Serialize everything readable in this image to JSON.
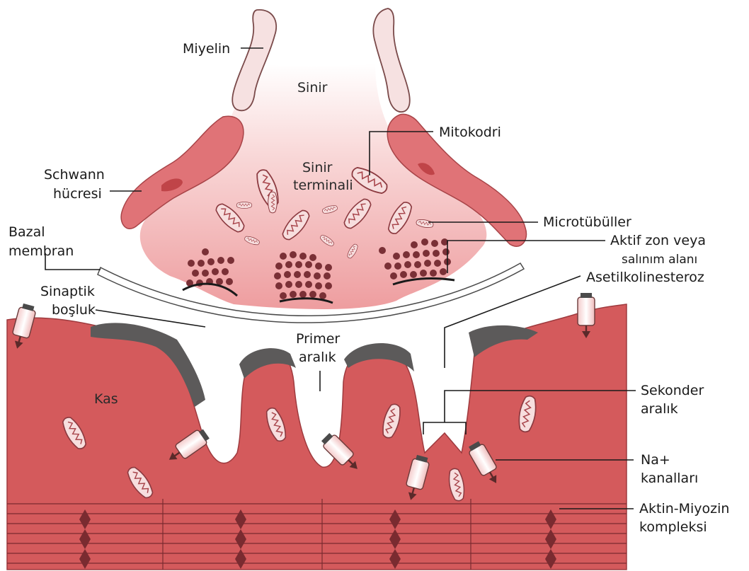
{
  "labels": {
    "miyelin": "Miyelin",
    "sinir": "Sinir",
    "mitokodri": "Mitokodri",
    "schwann_1": "Schwann",
    "schwann_2": "hücresi",
    "sinir_terminali_1": "Sinir",
    "sinir_terminali_2": "terminali",
    "microtubuller": "Microtübüller",
    "bazal_1": "Bazal",
    "bazal_2": "membran",
    "aktif_1": "Aktif zon veya",
    "aktif_2": "salınım alanı",
    "asetil": "Asetilkolinesteroz",
    "sinaptik_1": "Sinaptik",
    "sinaptik_2": "boşluk",
    "primer_1": "Primer",
    "primer_2": "aralık",
    "kas": "Kas",
    "sekonder_1": "Sekonder",
    "sekonder_2": "aralık",
    "na_1": "Na+",
    "na_2": "kanalları",
    "aktin_1": "Aktin-Miyozin",
    "aktin_2": "kompleksi"
  },
  "colors": {
    "muscle": "#d45a5c",
    "muscle_dark": "#b84448",
    "nerve_terminal": "#f2b9b9",
    "schwann": "#e07377",
    "myelin": "#f6e1e1",
    "vesicle": "#7a3036",
    "cap": "#5c5a5a",
    "mitochondria": "#f7dede"
  }
}
